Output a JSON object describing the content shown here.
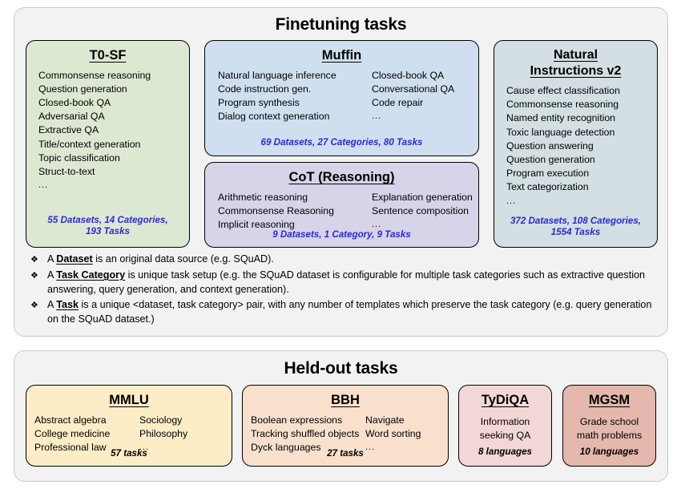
{
  "finetuning": {
    "title": "Finetuning tasks",
    "cards": [
      {
        "name": "t0sf",
        "title": "T0-SF",
        "color": "#dde8d3",
        "col1": [
          "Commonsense reasoning",
          "Question generation",
          "Closed-book QA",
          "Adversarial QA",
          "Extractive QA",
          "Title/context generation",
          "Topic classification",
          "Struct-to-text",
          "..."
        ],
        "col2": [],
        "stat_line1": "55 Datasets, 14 Categories,",
        "stat_line2": "193 Tasks"
      },
      {
        "name": "muffin",
        "title": "Muffin",
        "color": "#cfdff0",
        "col1": [
          "Natural language inference",
          "Code instruction gen.",
          "Program synthesis",
          "Dialog context generation"
        ],
        "col2": [
          "Closed-book QA",
          "Conversational QA",
          "Code repair",
          "..."
        ],
        "stat_line1": "69 Datasets, 27 Categories, 80 Tasks",
        "stat_line2": ""
      },
      {
        "name": "cot",
        "title": "CoT (Reasoning)",
        "color": "#d7d3e9",
        "col1": [
          "Arithmetic reasoning",
          "Commonsense Reasoning",
          "Implicit reasoning"
        ],
        "col2": [
          "Explanation generation",
          "Sentence composition",
          "..."
        ],
        "stat_line1": "9 Datasets, 1 Category, 9 Tasks",
        "stat_line2": ""
      },
      {
        "name": "niv2",
        "title_line1": "Natural",
        "title_line2": "Instructions v2",
        "color": "#d3dfe2",
        "col1": [
          "Cause effect classification",
          "Commonsense reasoning",
          "Named entity recognition",
          "Toxic language detection",
          "Question answering",
          "Question generation",
          "Program execution",
          "Text categorization",
          "..."
        ],
        "col2": [],
        "stat_line1": "372 Datasets, 108 Categories,",
        "stat_line2": "1554 Tasks"
      }
    ],
    "bullet_mark": "❖",
    "bullets": [
      {
        "pre": "A ",
        "term": "Dataset",
        "post": " is an original data source (e.g. SQuAD)."
      },
      {
        "pre": "A ",
        "term": "Task Category",
        "post": " is unique task setup (e.g. the SQuAD dataset is configurable for multiple task categories such as extractive question answering, query generation, and context generation)."
      },
      {
        "pre": "A ",
        "term": "Task",
        "post": " is a unique <dataset, task category> pair, with any number of templates which preserve the task category (e.g. query generation on the SQuAD dataset.)"
      }
    ]
  },
  "heldout": {
    "title": "Held-out tasks",
    "cards": [
      {
        "name": "mmlu",
        "title": "MMLU",
        "color": "#fdedc6",
        "col1": [
          "Abstract algebra",
          "College medicine",
          "Professional law"
        ],
        "col2": [
          "Sociology",
          "Philosophy",
          "..."
        ],
        "stat_line1": "57 tasks"
      },
      {
        "name": "bbh",
        "title": "BBH",
        "color": "#f8e0cd",
        "col1": [
          "Boolean expressions",
          "Tracking shuffled objects",
          "Dyck languages"
        ],
        "col2": [
          "Navigate",
          "Word sorting",
          "..."
        ],
        "stat_line1": "27 tasks"
      },
      {
        "name": "tydiqa",
        "title": "TyDiQA",
        "color": "#f3d7d6",
        "col1": [
          "Information",
          "seeking QA"
        ],
        "col2": [],
        "stat_line1": "8 languages"
      },
      {
        "name": "mgsm",
        "title": "MGSM",
        "color": "#e4b8ac",
        "col1": [
          "Grade school",
          "math problems"
        ],
        "col2": [],
        "stat_line1": "10 languages"
      }
    ]
  }
}
